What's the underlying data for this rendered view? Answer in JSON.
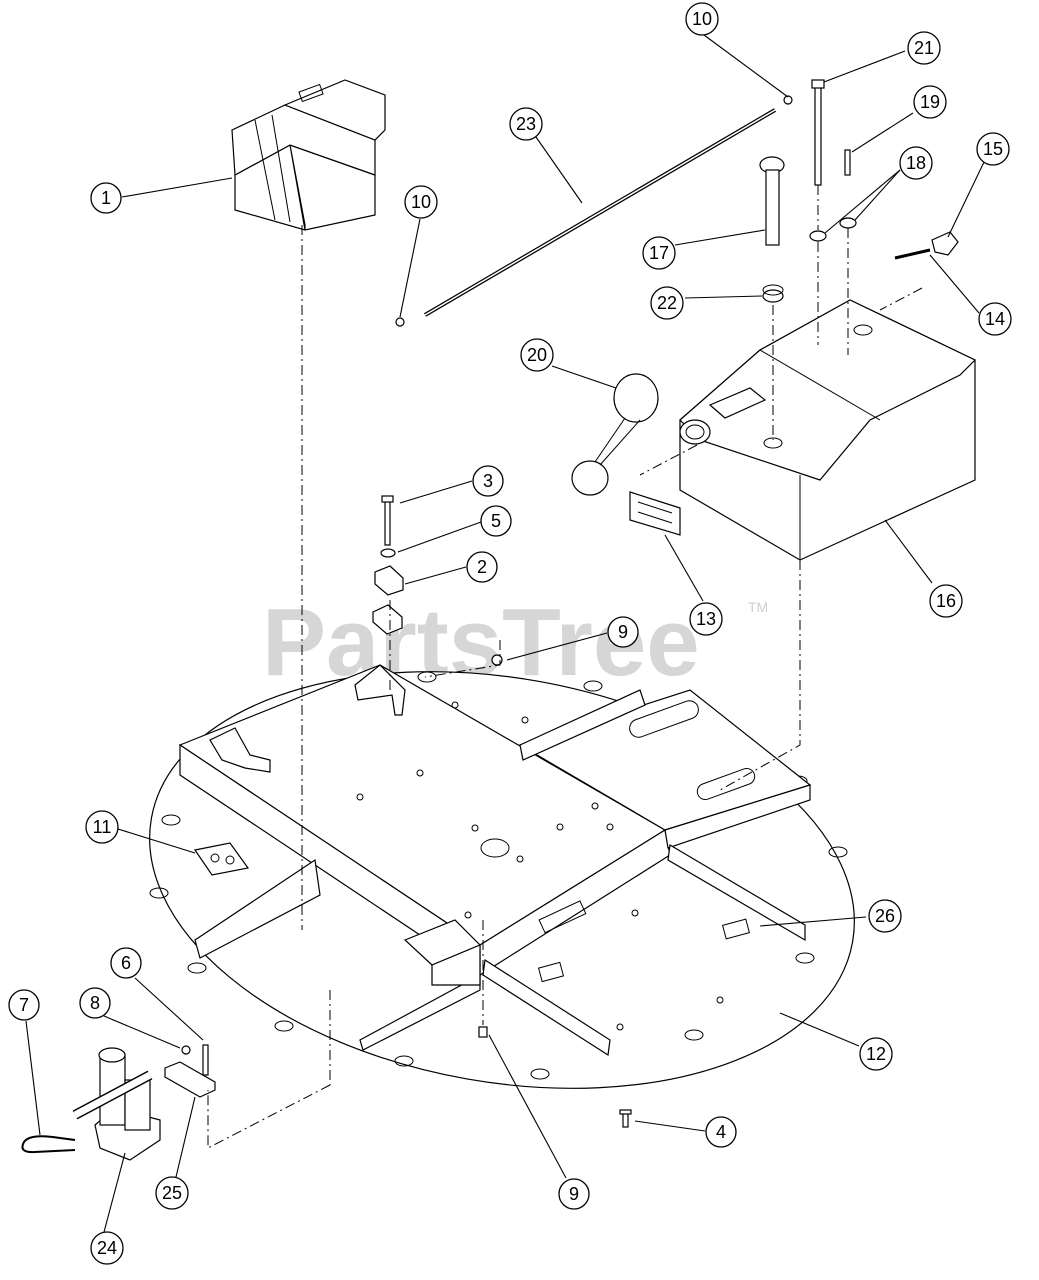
{
  "watermark": {
    "text": "PartsTree",
    "tm": "TM"
  },
  "callouts": [
    {
      "id": "c1",
      "label": "1"
    },
    {
      "id": "c2",
      "label": "2"
    },
    {
      "id": "c3",
      "label": "3"
    },
    {
      "id": "c4",
      "label": "4"
    },
    {
      "id": "c5",
      "label": "5"
    },
    {
      "id": "c6",
      "label": "6"
    },
    {
      "id": "c7",
      "label": "7"
    },
    {
      "id": "c8",
      "label": "8"
    },
    {
      "id": "c9a",
      "label": "9"
    },
    {
      "id": "c9b",
      "label": "9"
    },
    {
      "id": "c10a",
      "label": "10"
    },
    {
      "id": "c10b",
      "label": "10"
    },
    {
      "id": "c11",
      "label": "11"
    },
    {
      "id": "c12",
      "label": "12"
    },
    {
      "id": "c13",
      "label": "13"
    },
    {
      "id": "c14",
      "label": "14"
    },
    {
      "id": "c15",
      "label": "15"
    },
    {
      "id": "c16",
      "label": "16"
    },
    {
      "id": "c17",
      "label": "17"
    },
    {
      "id": "c18",
      "label": "18"
    },
    {
      "id": "c19",
      "label": "19"
    },
    {
      "id": "c20",
      "label": "20"
    },
    {
      "id": "c21",
      "label": "21"
    },
    {
      "id": "c22",
      "label": "22"
    },
    {
      "id": "c23",
      "label": "23"
    },
    {
      "id": "c24",
      "label": "24"
    },
    {
      "id": "c25",
      "label": "25"
    },
    {
      "id": "c26",
      "label": "26"
    }
  ]
}
